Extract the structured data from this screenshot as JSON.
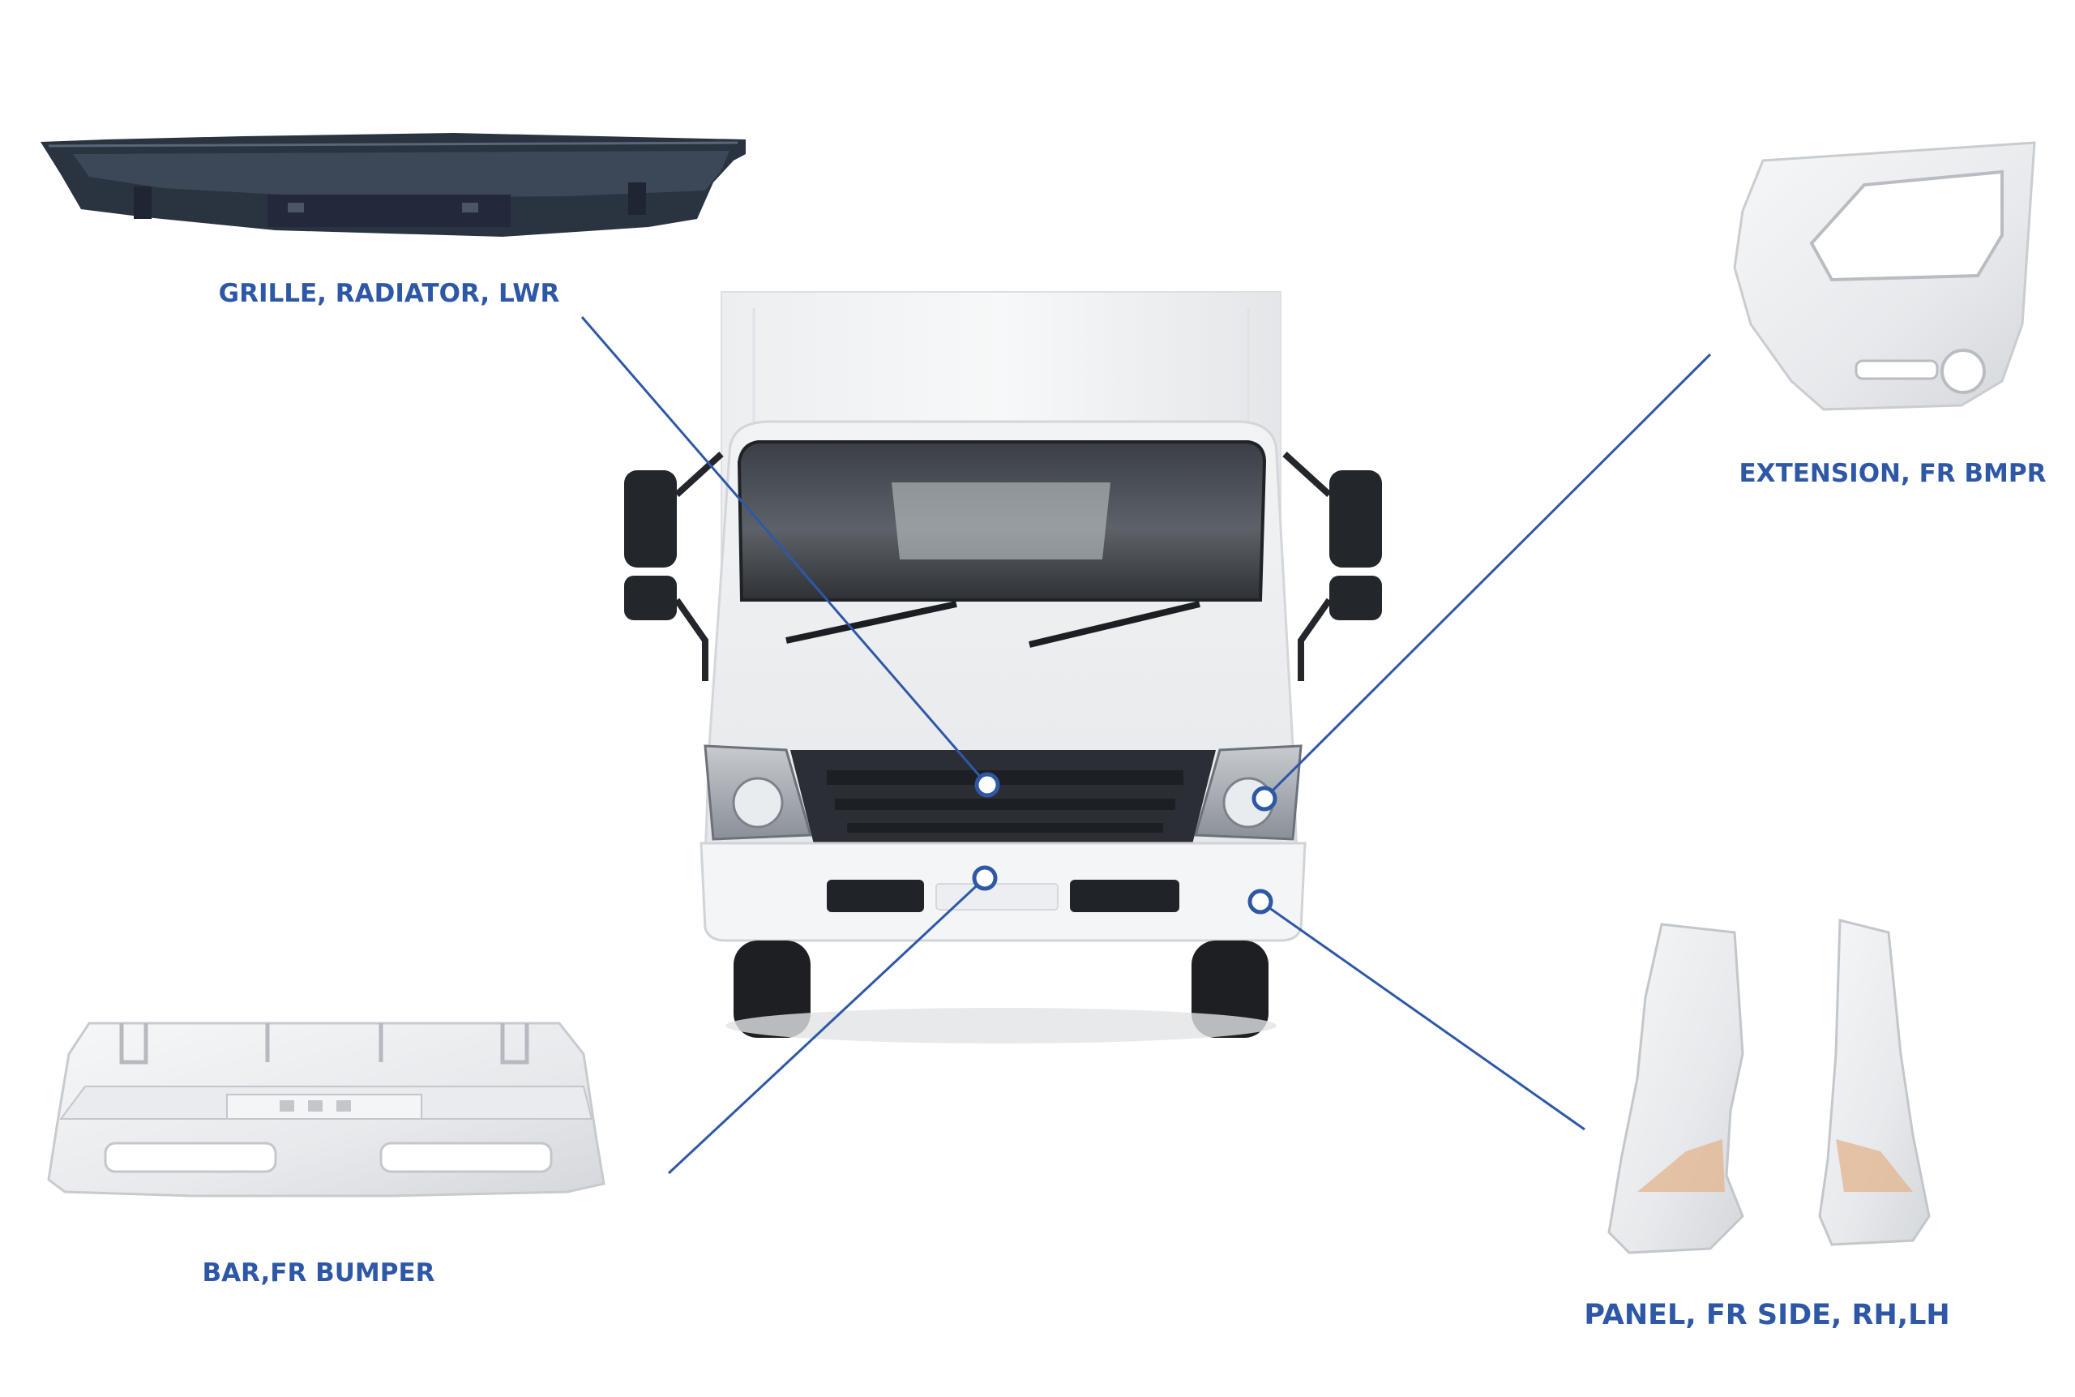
{
  "colors": {
    "label": "#2e58a6",
    "leader_line": "#2e58a6",
    "truck_body": "#f3f4f6",
    "grille": "#2b2f35",
    "part_dark": "#2a3340",
    "part_white": "#eceeef"
  },
  "labels": {
    "grille": "GRILLE, RADIATOR, LWR",
    "extension": "EXTENSION, FR BMPR",
    "bar": "BAR,FR BUMPER",
    "panel": "PANEL, FR SIDE, RH,LH"
  }
}
